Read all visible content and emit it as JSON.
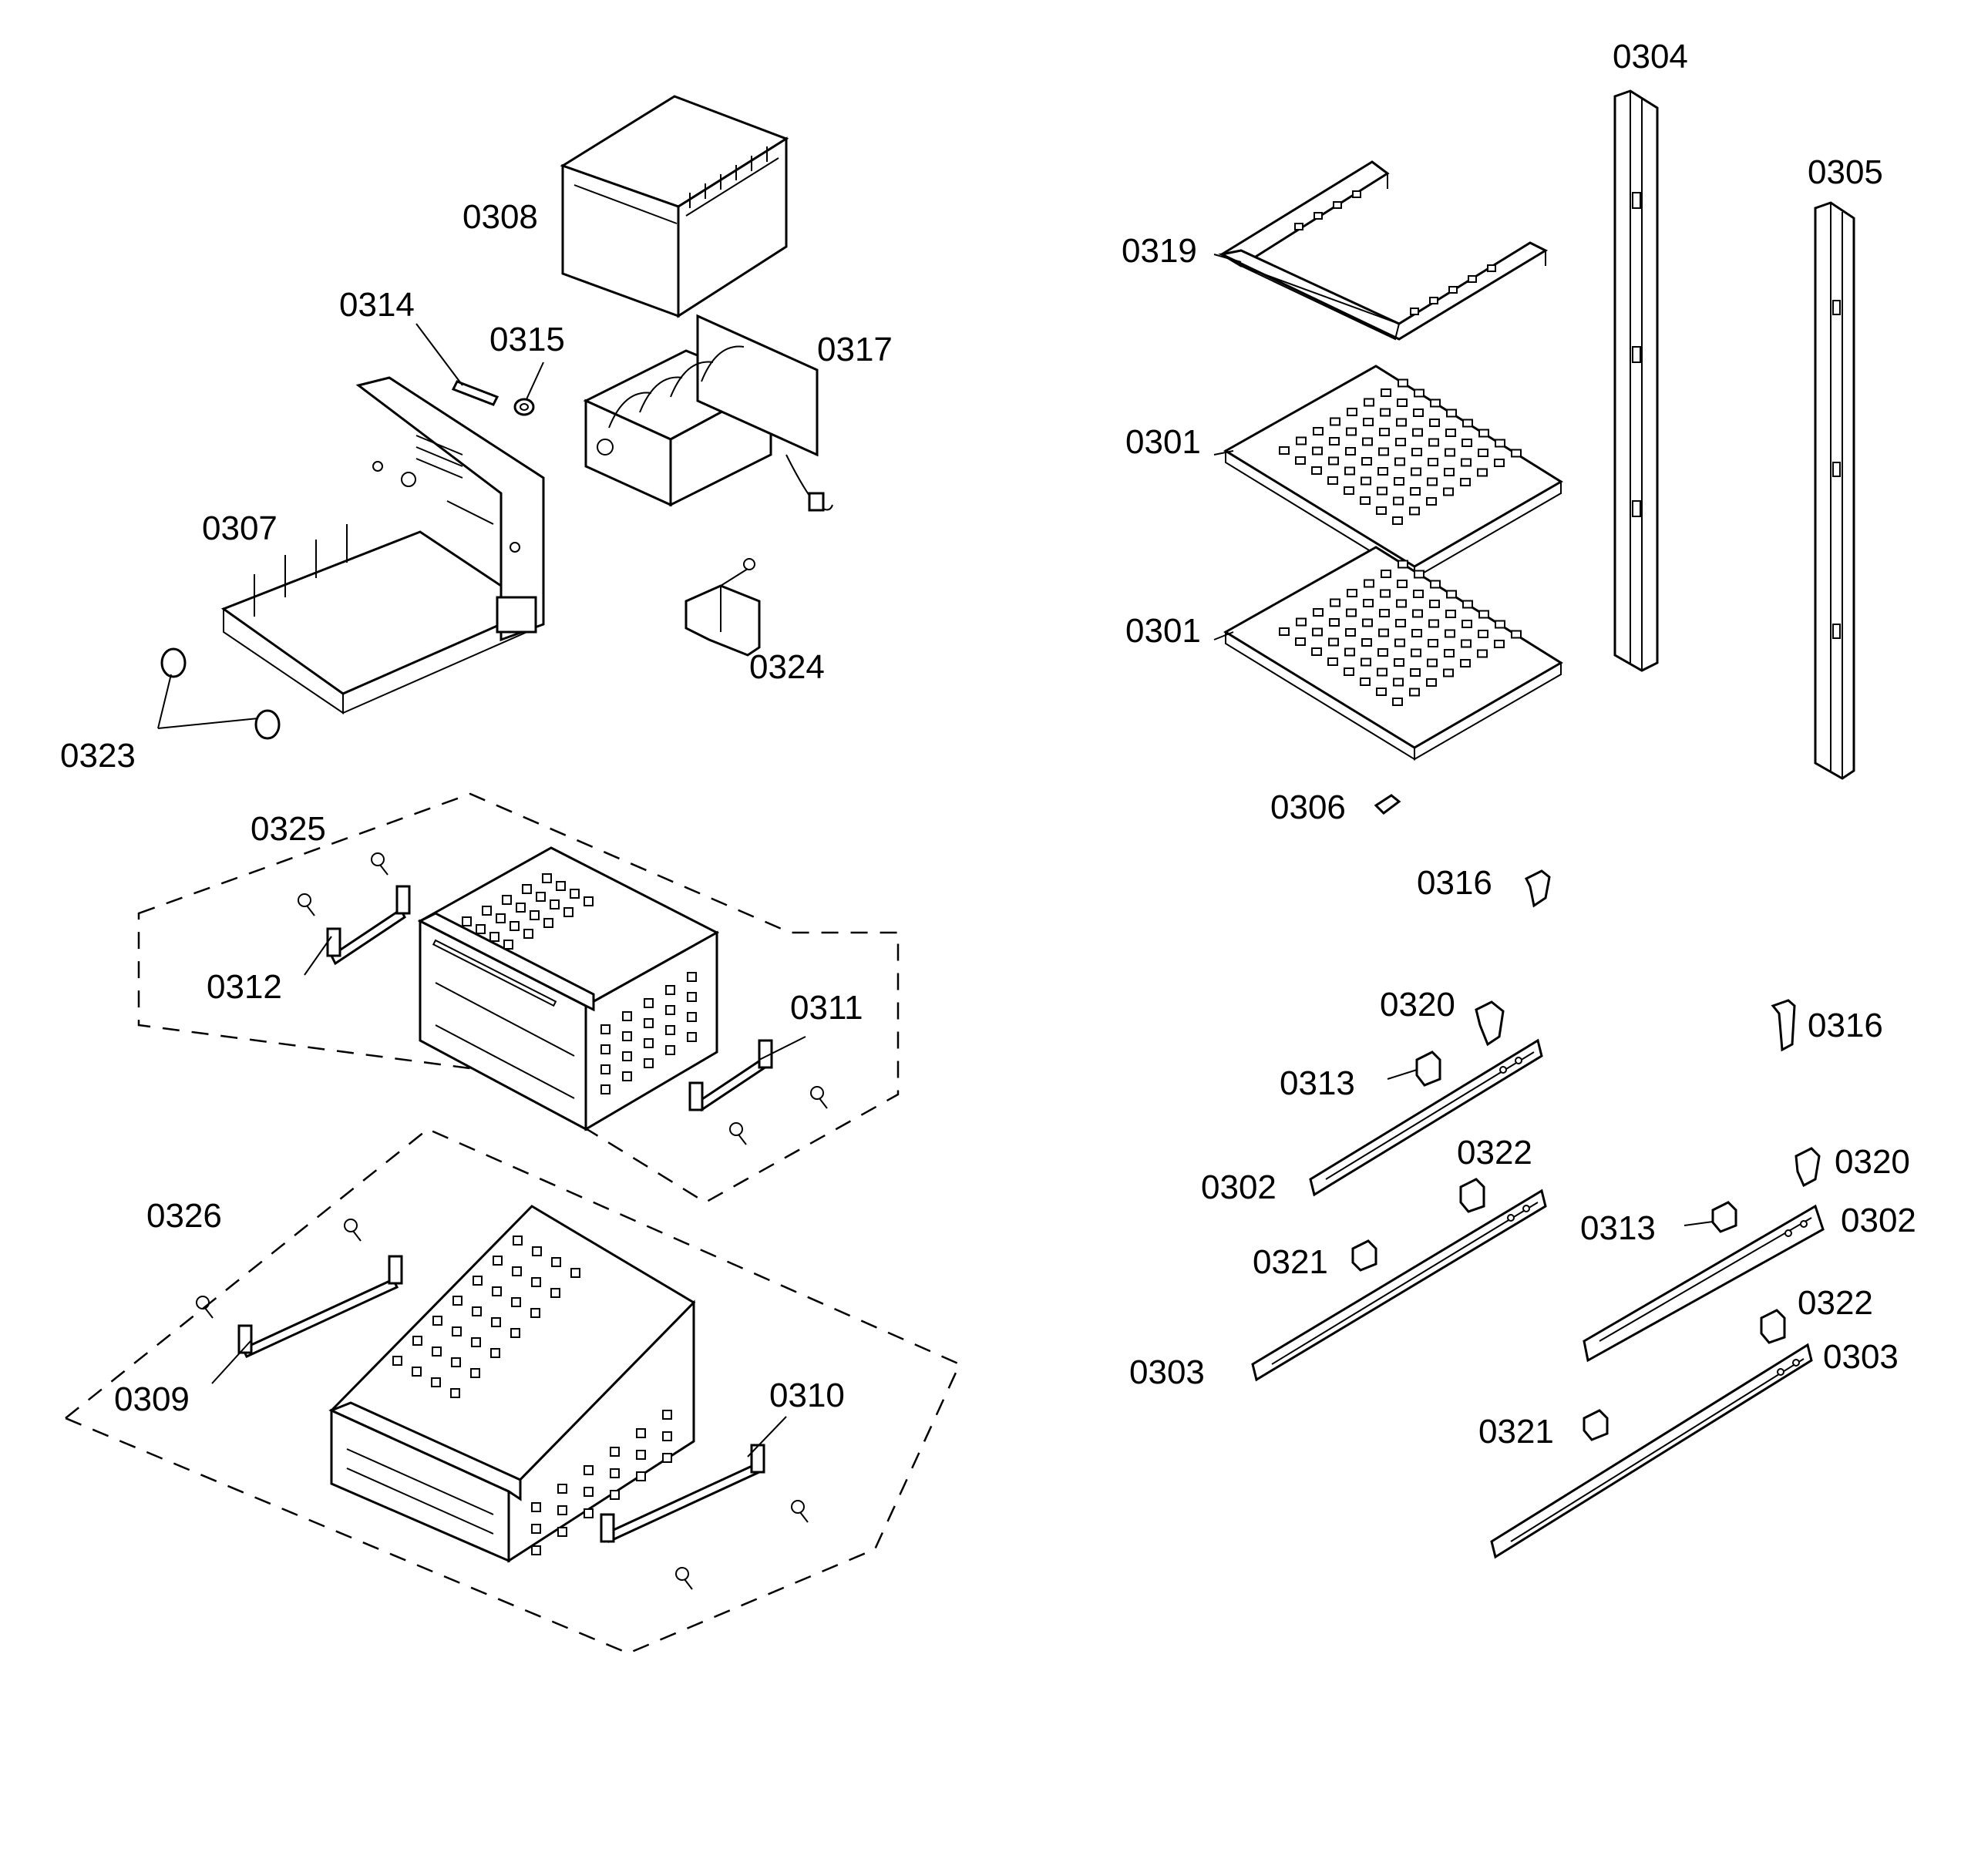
{
  "labels": {
    "p0304": "0304",
    "p0305": "0305",
    "p0308": "0308",
    "p0319": "0319",
    "p0314": "0314",
    "p0315": "0315",
    "p0317": "0317",
    "p0301a": "0301",
    "p0301b": "0301",
    "p0307": "0307",
    "p0324": "0324",
    "p0323": "0323",
    "p0306": "0306",
    "p0325": "0325",
    "p0316a": "0316",
    "p0312": "0312",
    "p0311": "0311",
    "p0320a": "0320",
    "p0316b": "0316",
    "p0313a": "0313",
    "p0322a": "0322",
    "p0302a": "0302",
    "p0320b": "0320",
    "p0326": "0326",
    "p0321a": "0321",
    "p0313b": "0313",
    "p0302b": "0302",
    "p0322b": "0322",
    "p0303a": "0303",
    "p0303b": "0303",
    "p0309": "0309",
    "p0310": "0310",
    "p0321b": "0321"
  }
}
